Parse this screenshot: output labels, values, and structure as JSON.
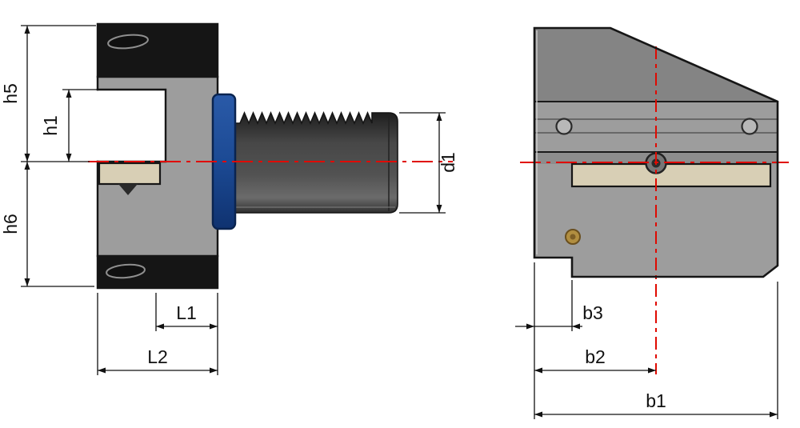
{
  "drawing": {
    "kind": "technical-drawing",
    "views": {
      "left": "side-view",
      "right": "front-view"
    }
  },
  "labels": {
    "h5": "h5",
    "h1": "h1",
    "h6": "h6",
    "d1": "d1",
    "L1": "L1",
    "L2": "L2",
    "b3": "b3",
    "b2": "b2",
    "b1": "b1"
  },
  "colors": {
    "background": "#ffffff",
    "body-gray": "#9d9d9d",
    "body-gray-dark": "#848484",
    "black-section": "#151515",
    "flange-blue": "#1d4e9b",
    "shank-dark": "#3d3d3d",
    "insert-tan": "#d8cfb5",
    "centerline-red": "#e00a00",
    "dimension-ink": "#111111",
    "brass": "#b18e40",
    "hole-gray": "#b8b8b8"
  }
}
